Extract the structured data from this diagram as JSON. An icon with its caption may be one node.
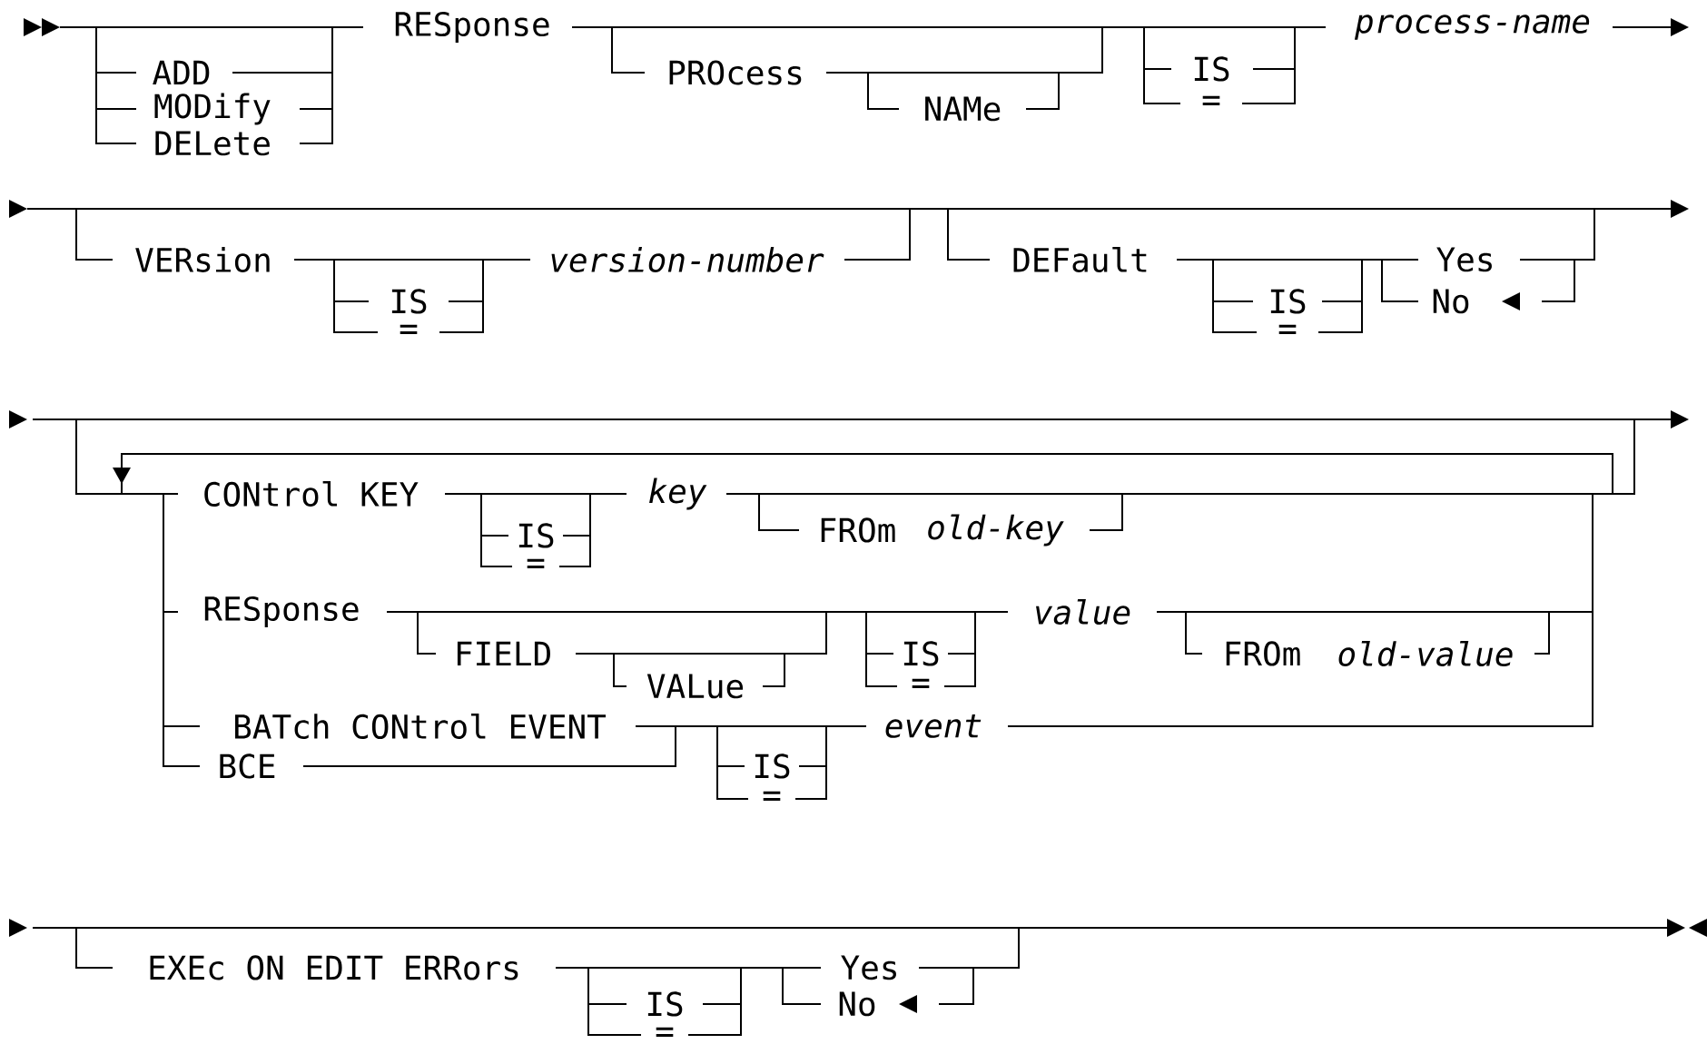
{
  "diagram": {
    "labels": [
      "ADD",
      "MODify",
      "DELete",
      "RESponse",
      "PROcess",
      "NAMe",
      "IS",
      "=",
      "process-name",
      "VERsion",
      "IS",
      "=",
      "version-number",
      "DEFault",
      "IS",
      "=",
      "Yes",
      "No",
      "CONtrol KEY",
      "IS",
      "=",
      "key",
      "FROm",
      "old-key",
      "RESponse",
      "FIELD",
      "VALue",
      "IS",
      "=",
      "value",
      "FROm",
      "old-value",
      "BATch CONtrol EVENT",
      "BCE",
      "IS",
      "=",
      "event",
      "EXEc ON EDIT ERRors",
      "IS",
      "=",
      "Yes",
      "No"
    ]
  }
}
